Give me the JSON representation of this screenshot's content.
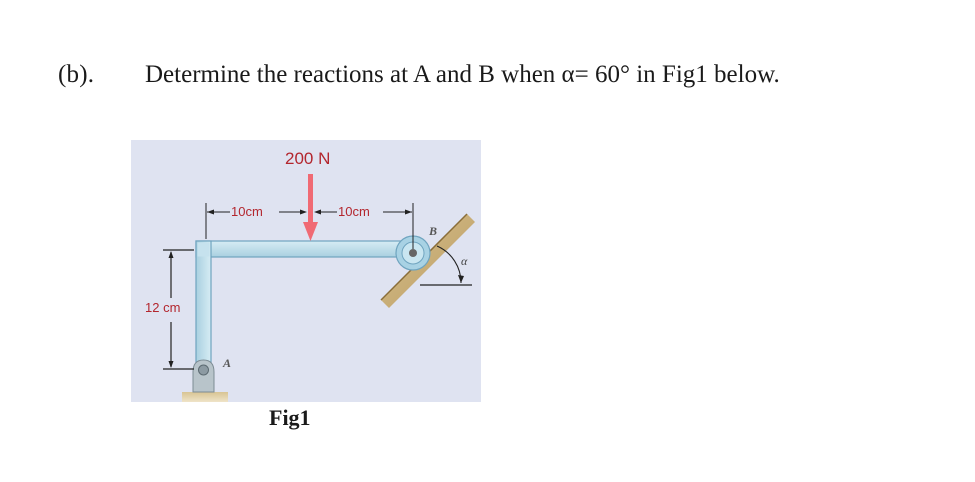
{
  "problem": {
    "label": "(b).",
    "text": "Determine the reactions at A and B when α= 60° in Fig1 below."
  },
  "figure": {
    "caption": "Fig1",
    "load_label": "200 N",
    "dim_left": "10cm",
    "dim_right": "10cm",
    "dim_height": "12 cm",
    "point_a": "A",
    "point_b": "B",
    "angle_symbol": "α",
    "colors": {
      "background": "#dfe3f1",
      "beam": "#b9dbe8",
      "beam_edge": "#6fa4bf",
      "load_arrow": "#f06a74",
      "dimension_text": "#b3262e",
      "ground": "#e6d4aa",
      "incline": "#c9b07a"
    }
  }
}
